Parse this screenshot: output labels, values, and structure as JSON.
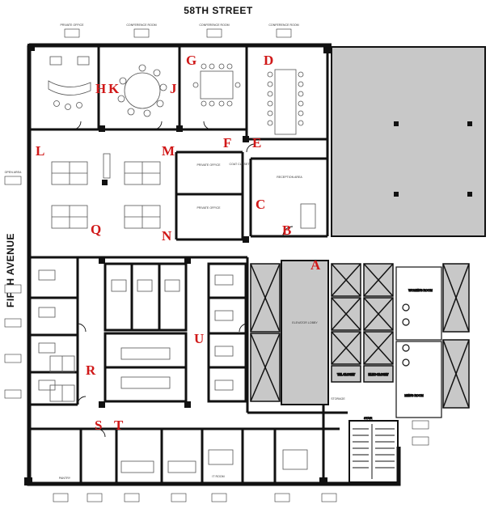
{
  "streets": {
    "top": "58TH STREET",
    "left": "FIFTH AVENUE"
  },
  "room_letters": [
    "G",
    "D",
    "H",
    "K",
    "J",
    "F",
    "E",
    "L",
    "M",
    "C",
    "B",
    "Q",
    "N",
    "A",
    "U",
    "R",
    "S",
    "T"
  ],
  "rooms": {
    "private_office": "PRIVATE OFFICE",
    "conference_room": "CONFERENCE ROOM",
    "reception_area": "RECEPTION AREA",
    "coat_closet": "COAT CLOSET",
    "open_area": "OPEN AREA",
    "elevator_lobby": "ELEVATOR LOBBY",
    "tel_closet": "TEL CLOSET",
    "elec_closet": "ELEC CLOSET",
    "womens_room": "WOMEN'S ROOM",
    "mens_room": "MEN'S ROOM",
    "storage": "STORAGE",
    "stair": "STAIR",
    "it_room": "IT ROOM",
    "pantry": "PANTRY"
  },
  "colors": {
    "wall": "#111111",
    "core": "#c8c8c8",
    "label": "#d01818",
    "furniture": "#555555"
  }
}
